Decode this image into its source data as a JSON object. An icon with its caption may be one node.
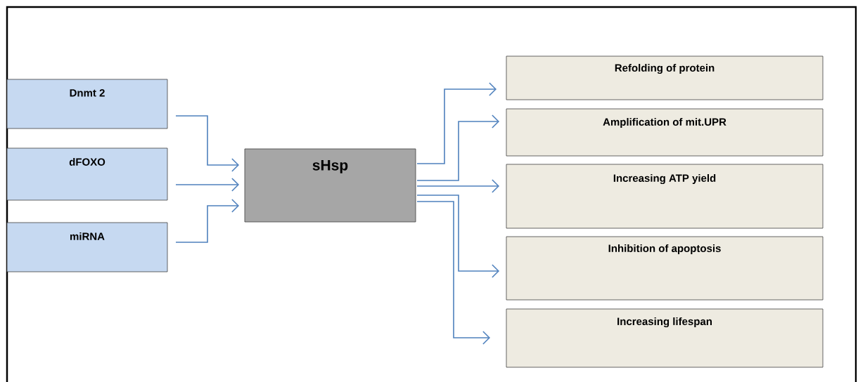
{
  "diagram": {
    "nodes": [
      {
        "text": [
          "Dnmt 2"
        ]
      },
      {
        "text": [
          "dFOXO"
        ]
      },
      {
        "text": [
          "miRNA"
        ]
      },
      {
        "text": [
          "sHsp"
        ]
      },
      {
        "text": [
          "Refolding of protein"
        ]
      },
      {
        "text": [
          "Amplification of mit.UPR"
        ]
      },
      {
        "text": [
          "Increasing ATP yield"
        ]
      },
      {
        "text": [
          "Inhibition of apoptosis"
        ]
      },
      {
        "text": [
          "Increasing lifespan"
        ]
      }
    ],
    "edges": [
      {
        "from": 0,
        "to": 3,
        "arrow": "to"
      },
      {
        "from": 1,
        "to": 3,
        "arrow": "to"
      },
      {
        "from": 2,
        "to": 3,
        "arrow": "to"
      },
      {
        "from": 3,
        "to": 4,
        "arrow": "to"
      },
      {
        "from": 3,
        "to": 5,
        "arrow": "to"
      },
      {
        "from": 3,
        "to": 6,
        "arrow": "to"
      },
      {
        "from": 3,
        "to": 7,
        "arrow": "to"
      },
      {
        "from": 3,
        "to": 8,
        "arrow": "to"
      }
    ]
  }
}
